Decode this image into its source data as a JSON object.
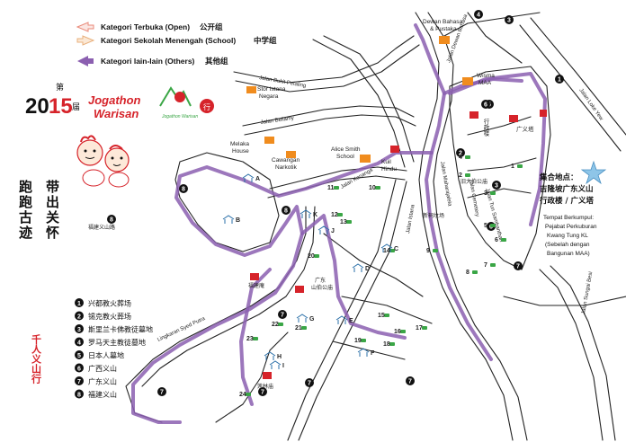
{
  "legend": {
    "items": [
      {
        "label_ms": "Kategori Terbuka (Open)",
        "label_zh": "公开组",
        "color": "#e98a7a"
      },
      {
        "label_ms": "Kategori Sekolah Menengah (School)",
        "label_zh": "中学组",
        "color": "#e8b07c"
      },
      {
        "label_ms": "Kategori lain-lain (Others)",
        "label_zh": "其他组",
        "color": "#8b5fb0"
      }
    ]
  },
  "event": {
    "year_prefix": "第",
    "year_a": "20",
    "year_b": "15",
    "year_suffix": "届",
    "title_line1": "Jogathon",
    "title_line2": "Warisan",
    "logo_sub": "Jogathon Warisan",
    "slogan1": "跑跑古迹",
    "slogan2": "带出关怀",
    "subtitle": "千人义山行"
  },
  "cemetery_list": [
    {
      "num": "1",
      "name": "兴都教火葬场"
    },
    {
      "num": "2",
      "name": "锡克教火葬场"
    },
    {
      "num": "3",
      "name": "斯里兰卡佛教徒墓地"
    },
    {
      "num": "4",
      "name": "罗马天主教徒墓地"
    },
    {
      "num": "5",
      "name": "日本人墓地"
    },
    {
      "num": "6",
      "name": "广西义山"
    },
    {
      "num": "7",
      "name": "广东义山"
    },
    {
      "num": "8",
      "name": "福建义山"
    }
  ],
  "assembly": {
    "title_zh1": "集合地点：",
    "title_zh2": "吉隆坡广东义山",
    "title_zh3": "行政楼 / 广义塔",
    "title_ms1": "Tempat Berkumpul:",
    "title_ms2": "Pejabat Perkuburan",
    "title_ms3": "Kwang Tung KL",
    "title_ms4": "(Sebelah dengan",
    "title_ms5": "Bangunan MAA)"
  },
  "places": {
    "dewan": "Dewan Bahasa",
    "dewan2": "& Pustaka",
    "wisma": "Wisma",
    "wisma2": "MAA",
    "stor": "Stor Istana",
    "stor2": "Negara",
    "melaka": "Melaka",
    "melaka2": "House",
    "cawangan": "Cawangan",
    "cawangan2": "Narkotik",
    "alice": "Alice Smith",
    "alice2": "School",
    "kuil": "Kuil",
    "kuil2": "Hindu",
    "admin": "行政楼",
    "tower": "广义塔",
    "guangxi_gate": "旧大伯公庙",
    "xinchuang": "新祠坟场",
    "fujian_yi": "福建义山路",
    "fujian_jian": "福建庵",
    "gd_temple": "广东",
    "gd_temple2": "山伯公庙",
    "lianlin": "莲林庙"
  },
  "roads": {
    "bukit_petaling": "Jalan Bukit Petaling",
    "bellamy": "Jalan Bellamy",
    "dewan_bahasa": "Jalan Dewan Bahasa",
    "loke_yew": "Jalan Loke Yew",
    "kenanga": "Jalan Kenanga",
    "cemetery": "Jalan Cemetery",
    "istana": "Jalan Istana",
    "lingkaran": "Lingkaran Syed Putra",
    "sungai_besi": "Jalan Sungai Besi",
    "maharajalela": "Jalan Maharajalela",
    "tun_sambanthan": "Jalan Tun Sambanthan"
  },
  "markers": [
    "1",
    "2",
    "3",
    "4",
    "5",
    "6",
    "7",
    "8",
    "9",
    "10",
    "11",
    "12",
    "13",
    "14",
    "15",
    "16",
    "17",
    "18",
    "19",
    "20",
    "21",
    "22",
    "23",
    "24"
  ],
  "letters": [
    "A",
    "B",
    "C",
    "D",
    "E",
    "F",
    "G",
    "H",
    "I",
    "J",
    "K"
  ]
}
